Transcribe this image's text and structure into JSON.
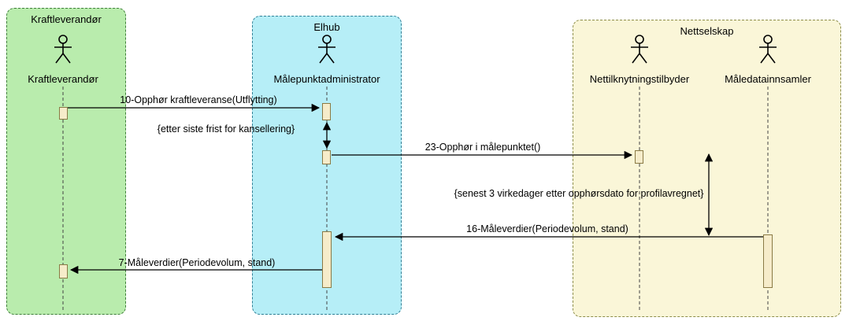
{
  "lanes": [
    {
      "title": "Kraftleverandør"
    },
    {
      "title": "Elhub"
    },
    {
      "title": "Nettselskap"
    }
  ],
  "actors": [
    {
      "label": "Kraftleverandør"
    },
    {
      "label": "Målepunktadministrator"
    },
    {
      "label": "Nettilknytningstilbyder"
    },
    {
      "label": "Måledatainnsamler"
    }
  ],
  "messages": [
    {
      "label": "10-Opphør kraftleveranse(Utflytting)"
    },
    {
      "label": "23-Opphør i målepunktet()"
    },
    {
      "label": "16-Måleverdier(Periodevolum, stand)"
    },
    {
      "label": "7-Måleverdier(Periodevolum, stand)"
    }
  ],
  "constraints": [
    {
      "label": "{etter siste frist for kansellering}"
    },
    {
      "label": "{senest 3 virkedager etter opphørsdato for profilavregnet}"
    }
  ],
  "colors": {
    "lane-green-fill": "#b9ecad",
    "lane-green-border": "#3f7d3b",
    "lane-cyan-fill": "#b6eef7",
    "lane-cyan-border": "#2f7f96",
    "lane-yellow-fill": "#faf6d8",
    "lane-yellow-border": "#8c8d4a",
    "activation-fill": "#f6ecca",
    "activation-border": "#8a7a45",
    "line-color": "#000000"
  }
}
